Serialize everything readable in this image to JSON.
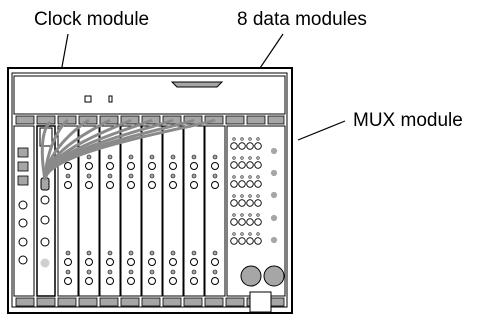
{
  "callouts": {
    "clock": "Clock module",
    "data": "8 data modules",
    "mux": "MUX module"
  },
  "colors": {
    "outline": "#000000",
    "slot_gray": "#a6a6a6",
    "light_gray": "#d0d0d0",
    "background": "#ffffff"
  },
  "counts": {
    "data_modules": 8
  }
}
